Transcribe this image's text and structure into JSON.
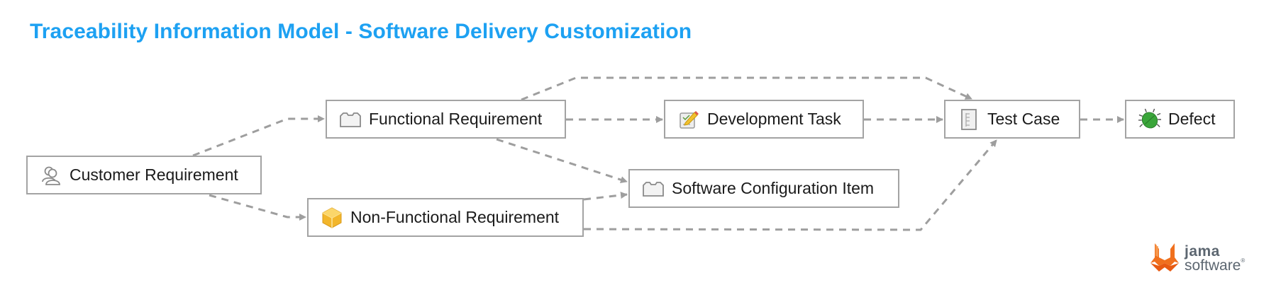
{
  "title": "Traceability Information Model - Software Delivery Customization",
  "colors": {
    "title": "#1da1f2",
    "node_border": "#a3a3a3",
    "edge": "#9e9e9e",
    "defect_icon": "#3aa53a",
    "nfr_icon": "#f2b62b",
    "logo_orange": "#f0701e"
  },
  "nodes": [
    {
      "id": "customer_requirement",
      "label": "Customer Requirement",
      "icon": "users-icon"
    },
    {
      "id": "functional_requirement",
      "label": "Functional Requirement",
      "icon": "folder-icon"
    },
    {
      "id": "non_functional_requirement",
      "label": "Non-Functional Requirement",
      "icon": "box-icon"
    },
    {
      "id": "development_task",
      "label": "Development Task",
      "icon": "task-pencil-icon"
    },
    {
      "id": "software_configuration_item",
      "label": "Software Configuration Item",
      "icon": "folder-icon"
    },
    {
      "id": "test_case",
      "label": "Test Case",
      "icon": "test-document-icon"
    },
    {
      "id": "defect",
      "label": "Defect",
      "icon": "bug-icon"
    }
  ],
  "edges": [
    {
      "from": "customer_requirement",
      "to": "functional_requirement",
      "style": "dashed"
    },
    {
      "from": "customer_requirement",
      "to": "non_functional_requirement",
      "style": "dashed"
    },
    {
      "from": "functional_requirement",
      "to": "development_task",
      "style": "dashed"
    },
    {
      "from": "functional_requirement",
      "to": "test_case",
      "style": "dashed"
    },
    {
      "from": "functional_requirement",
      "to": "software_configuration_item",
      "style": "dashed"
    },
    {
      "from": "non_functional_requirement",
      "to": "software_configuration_item",
      "style": "dashed"
    },
    {
      "from": "non_functional_requirement",
      "to": "test_case",
      "style": "dashed"
    },
    {
      "from": "development_task",
      "to": "test_case",
      "style": "dashed"
    },
    {
      "from": "test_case",
      "to": "defect",
      "style": "dashed"
    }
  ],
  "logo": {
    "line1": "jama",
    "line2": "software",
    "registered": "®"
  }
}
